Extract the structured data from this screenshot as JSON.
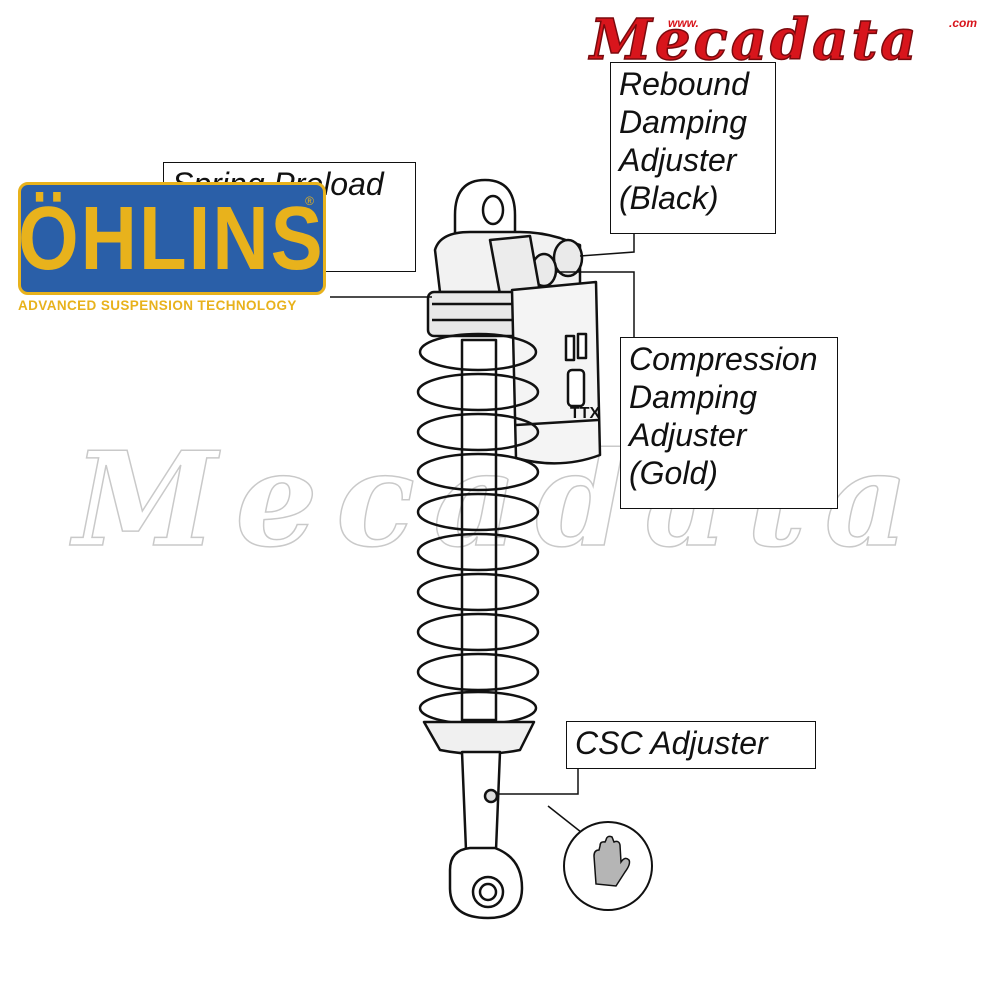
{
  "brand_logo": {
    "name": "ÖHLINS",
    "registered": "®",
    "tagline": "ADVANCED SUSPENSION TECHNOLOGY",
    "colors": {
      "plate": "#2a5fa8",
      "lettering": "#e8b21c"
    }
  },
  "site_logo": {
    "www": "www.",
    "word": "Mecadata",
    "com": ".com",
    "color": "#d8151c"
  },
  "watermark": {
    "text": "Mecadata"
  },
  "labels": {
    "spring_preload": {
      "lines": [
        "Spring Preload"
      ]
    },
    "rebound": {
      "lines": [
        "Rebound",
        "Damping",
        "Adjuster",
        "(Black)"
      ]
    },
    "compression": {
      "lines": [
        "Compression",
        "Damping",
        "Adjuster",
        "(Gold)"
      ]
    },
    "csc": {
      "lines": [
        "CSC Adjuster"
      ]
    }
  },
  "reservoir_marks": {
    "model": "TTX"
  },
  "icons": {
    "hand": "hand-adjust-icon"
  }
}
